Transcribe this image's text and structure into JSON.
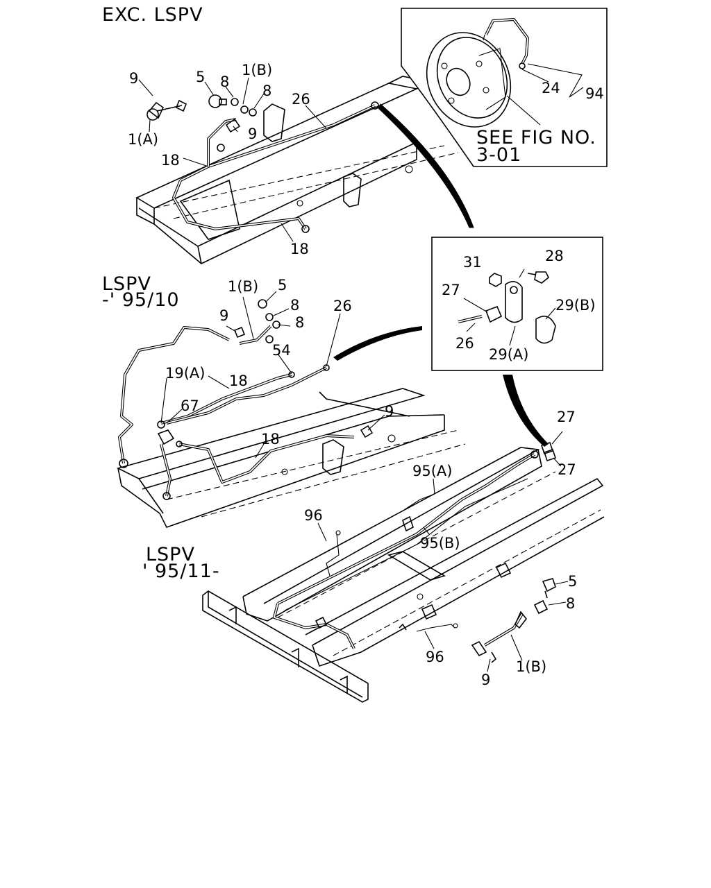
{
  "sections": {
    "top_title": "EXC. LSPV",
    "mid_title_1": "LSPV",
    "mid_title_2": "-' 95/10",
    "bot_title_1": "LSPV",
    "bot_title_2": "' 95/11-"
  },
  "inset_backplate": {
    "ref_line_1": "SEE FIG NO.",
    "ref_line_2": "3-01",
    "callouts": [
      "24",
      "94"
    ]
  },
  "inset_clip": {
    "callouts": [
      "31",
      "28",
      "27",
      "29(B)",
      "26",
      "29(A)"
    ]
  },
  "callouts_top": [
    "9",
    "5",
    "8",
    "1(B)",
    "8",
    "26",
    "1(A)",
    "9",
    "18",
    "18"
  ],
  "callouts_mid": [
    "1(B)",
    "5",
    "8",
    "26",
    "9",
    "8",
    "54",
    "19(A)",
    "18",
    "67",
    "9",
    "18"
  ],
  "callouts_bot": [
    "27",
    "27",
    "95(A)",
    "96",
    "95(B)",
    "5",
    "8",
    "96",
    "1(B)",
    "9"
  ]
}
